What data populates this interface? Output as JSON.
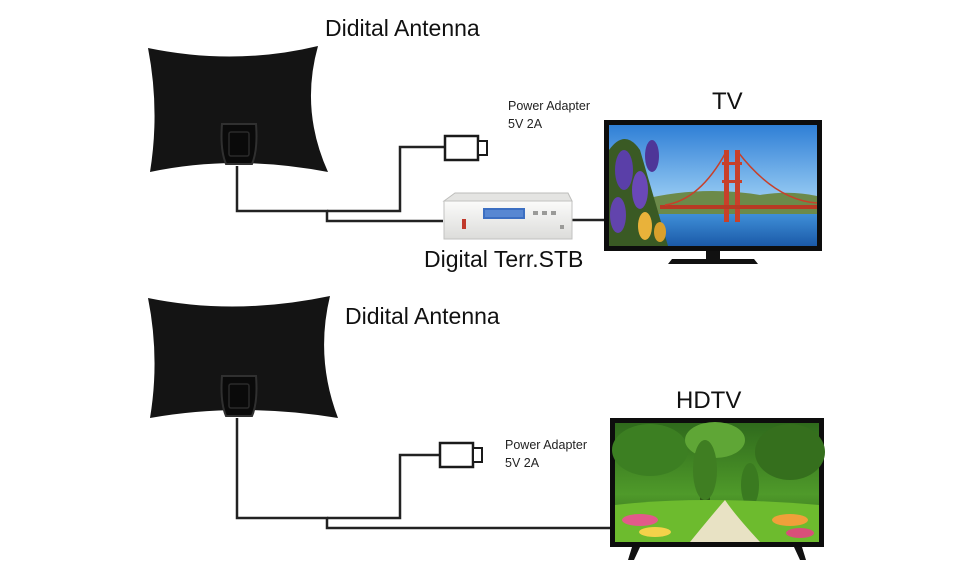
{
  "top_setup": {
    "antenna_label": "Didital Antenna",
    "adapter_label_line1": "Power Adapter",
    "adapter_label_line2": "5V 2A",
    "stb_label": "Digital Terr.STB",
    "tv_label": "TV"
  },
  "bottom_setup": {
    "antenna_label": "Didital Antenna",
    "adapter_label_line1": "Power Adapter",
    "adapter_label_line2": "5V 2A",
    "tv_label": "HDTV"
  },
  "colors": {
    "antenna": "#141414",
    "cable": "#222222",
    "tv_frame": "#0d0d0d",
    "stb_body": "#f2f2f0",
    "stb_display": "#3c6fc2"
  }
}
